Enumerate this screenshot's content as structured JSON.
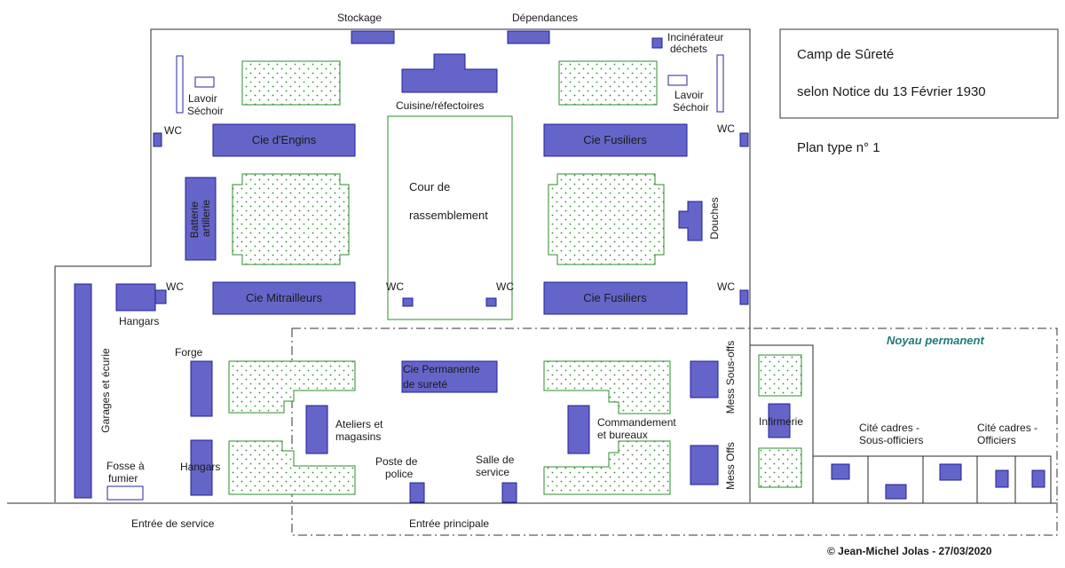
{
  "info": {
    "title_line1": "Camp de Sûreté",
    "title_line2": "selon Notice du 13 Février 1930",
    "plan_type": "Plan type n° 1"
  },
  "labels": {
    "stockage": "Stockage",
    "dependances": "Dépendances",
    "incinerateur_1": "Incinérateur",
    "incinerateur_2": "déchets",
    "lavoir_left_1": "Lavoir",
    "lavoir_left_2": "Séchoir",
    "lavoir_right_1": "Lavoir",
    "lavoir_right_2": "Séchoir",
    "cuisine": "Cuisine/réfectoires",
    "wc": "WC",
    "cie_engins": "Cie d'Engins",
    "cie_fusiliers_top": "Cie Fusiliers",
    "batterie_1": "Batterie",
    "batterie_2": "artillerie",
    "cour_1": "Cour de",
    "cour_2": "rassemblement",
    "douches": "Douches",
    "hangars_top": "Hangars",
    "cie_mitrailleurs": "Cie Mitrailleurs",
    "cie_fusiliers_bottom": "Cie Fusiliers",
    "noyau": "Noyau permanent",
    "garages": "Garages et écurie",
    "forge": "Forge",
    "cie_permanente_1": "Cie Permanente",
    "cie_permanente_2": "de sureté",
    "mess_sous_offs": "Mess Sous-offs",
    "infirmerie": "Infirmerie",
    "ateliers_1": "Ateliers et",
    "ateliers_2": "magasins",
    "commandement_1": "Commandement",
    "commandement_2": "et bureaux",
    "cite_sous_off_1": "Cité cadres -",
    "cite_sous_off_2": "Sous-officiers",
    "cite_off_1": "Cité cadres -",
    "cite_off_2": "Officiers",
    "hangars_bottom": "Hangars",
    "fosse_1": "Fosse à",
    "fosse_2": "fumier",
    "poste_1": "Poste de",
    "poste_2": "police",
    "salle_1": "Salle de",
    "salle_2": "service",
    "mess_offs": "Mess Offs",
    "entree_service": "Entrée de service",
    "entree_principale": "Entrée principale"
  },
  "copyright": "© Jean-Michel Jolas - 27/03/2020",
  "colors": {
    "building_fill": "#6565c9",
    "building_stroke": "#1f1f9a",
    "green_area": "#2e8b2e",
    "noyau_text": "#1f7a7a"
  }
}
